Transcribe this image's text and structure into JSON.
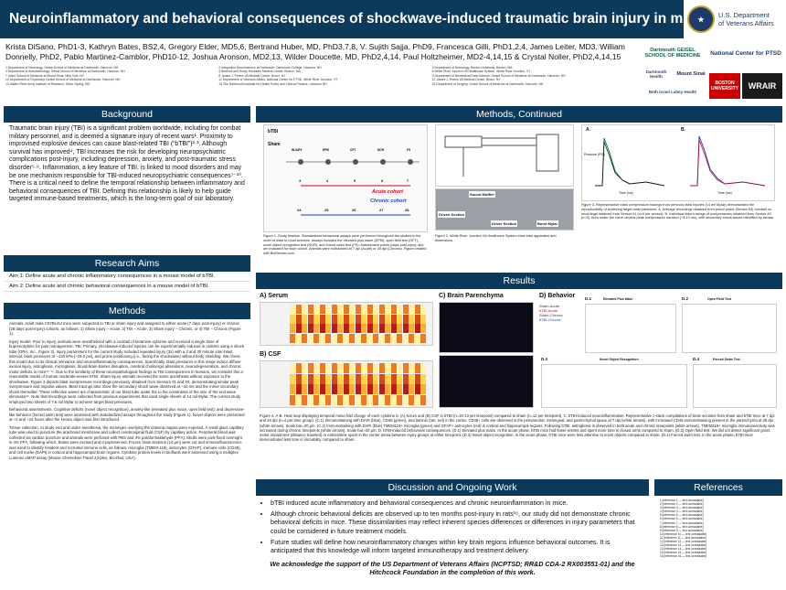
{
  "title": "Neuroinflammatory and behavioral consequences of shockwave-induced traumatic brain injury in mice",
  "va_logo": {
    "line1": "U.S. Department",
    "line2": "of Veterans Affairs"
  },
  "authors": "Krista DiSano, PhD1-3, Kathryn Bates, BS2,4, Gregory Elder, MD5,6, Bertrand Huber, MD, PhD3,7,8, V. Sujith Sajja, PhD9, Francesca Gilli, PhD1,2,4, James Leiter, MD3, William Donnelly, PhD2, Pablo Martinez-Camblor, PhD10-12, Joshua Aronson, MD2,13, Wilder Doucette, MD, PhD2,4,14, Paul Holtzheimer, MD2-4,14,15 & Crystal Noller, PhD2,4,14,15",
  "affiliations": [
    "1 Department of Neurology, Geisel School of Medicine at Dartmouth, Hanover, NH",
    "2 Integrative Neuroscience at Dartmouth, Dartmouth College, Hanover, NH",
    "3 Department of Neurology, Boston University, Boston, MA",
    "4 Department of Anesthesiology, Geisel School of Medicine at Dartmouth, Hanover, NH",
    "5 Bedford and Rocky Mountain Medical Center, Boston, MA",
    "6 White River Junction VA Healthcare System, White River Junction, VT",
    "7 Icahn School of Medicine at Mount Sinai, New York, NY",
    "8 James J. Peters VA Medical Center, Bronx, NY",
    "9 Department of Biomedical Data Science, Geisel School of Medicine at Dartmouth, Hanover, NH",
    "10 Department of Psychiatry, Geisel School of Medicine at Dartmouth, Hanover, NH",
    "11 Department of Veterans Affairs, National Center for PTSD, White River Junction, VT",
    "12 James J. Peters VA Medical Center, Bronx, NY",
    "13 Walter Reed Army Institute of Research, Silver Spring, MD",
    "14 The Dartmouth Institute for Health Policy and Clinical Practice, Lebanon NH",
    "15 Department of Surgery, Geisel School of Medicine at Dartmouth, Hanover, NH"
  ],
  "logos": {
    "dartmouth": "Dartmouth GEISEL SCHOOL OF MEDICINE",
    "ptsd": "National Center for PTSD",
    "dartmouth_health": "Dartmouth Health",
    "sinai": "Mount Sinai",
    "boston": "BOSTON UNIVERSITY",
    "wrair": "WRAIR",
    "bethisrael": "Beth Israel Lahey Health"
  },
  "sections": {
    "background": "Background",
    "aims": "Research Aims",
    "methods": "Methods",
    "methods_cont": "Methods, Continued",
    "results": "Results",
    "discussion": "Discussion and Ongoing Work",
    "references": "References"
  },
  "background_text": "Traumatic brain injury (TBI) is a significant problem worldwide, including for combat military personnel, and is deemed a signature injury of recent wars¹. Proximity to improvised explosive devices can cause blast-related TBI (“bTBI”)²·³. Although survival has improved⁴, TBI increases the risk for developing neuropsychiatric complications post-injury, including depression, anxiety, and post-traumatic stress disorder⁵·⁶. Inflammation, a key feature of TBI, is linked to mood disorders and may be one mechanism responsible for TBI-induced neuropsychiatric consequences⁷⁻¹⁰. There is a critical need to define the temporal relationship between inflammatory and behavioral consequences of TBI. Defining this relationship is likely to help guide targeted immune-based treatments, which is the long-term goal of our laboratory.",
  "aims": [
    "Aim 1: Define acute and chronic inflammatory consequences in a mouse model of bTBI.",
    "Aim 2: Define acute and chronic behavioral consequences in a mouse model of bTBI."
  ],
  "methods_paragraphs": [
    "Animals. Adult male C57BL/6J mice were subjected to TBI or sham injury and assigned to either acute (7 days post-injury) or chronic (28 days post-injury) cohorts, as follows: 1) Sham injury – Acute, 2) TBI – Acute, 3) Sham injury – Chronic, or 4) TBI – Chronic (Figure 1).",
    "Injury model. Prior to injury, animals were anesthetized with a cocktail of ketamine-xylazine and received a single dose of buprenorphine for pain management. TBI: Primary, shockwave-induced injuries can be experimentally induced in rodents using a shock tube (ORA, Inc., Figure 2). Injury parameters for the current study included repeated injury (3x) with a 2 and 30 minute inter-blast interval, blast pressures of ~133 kPa (~19.2 psi), and prone positioning (i.e., facing the shockwave) without body shielding. We chose this model due to its clinical relevance and neuroinflammatory consequences. Specifically, blast pressures in this range induce diffuse axonal injury, astrogliosis, microgliosis, blood-brain-barrier disruption, cerebral cholinergic alterations, neurodegeneration, and chronic motor deficits in mice¹¹⁻¹⁴. Due to the similarity of these neuropathological findings to TBI consequences in humans, we consider this a reasonable model of human moderate-severe bTBI. Sham injury animals received the same anesthesia without exposure to the shockwave. Figure 3 depicts blast overpressure recordings previously obtained from Sensors #1 and #3, demonstrating similar peak overpressure and impulse values. Blast tracings also show the secondary shock wave observed at ~10 ms and the minor secondary shock thereafter. These reflective waves are characteristic of our blast tube under the to the constraints of the size of the end wave eliminator¹⁵. Note that recordings were collected from previous experiments that used single sheets of 14 mil Mylar. The current study employed two sheets of 7.5 mil Mylar to achieve target blast pressures.",
    "Behavioral assessments. Cognitive deficits (novel object recognition), anxiety-like (elevated plus maze, open field test), and depressive-like behavior (forced swim test) were assessed with standardized assays throughout the study (Figure 1). Novel objects were presented at +2 and +24 hours after the known object was first introduced.",
    "Tissue collection. At study end and under anesthesia, the meninges overlying the cisterna magna were exposed. A small glass capillary tube was used to puncture the arachnoid membrane and collect cerebrospinal fluid (CSF) by capillary action. Peripheral blood was collected via cardiac puncture and animals were perfused with PBS and 4% paraformaldehyde (PFA). Skulls were post-fixed overnight in 4% PFA, following which, brains were excised and cryopreserved. Frozen brain sections (10 µm) were cut and immunofluorescence was used to identify resident and recruited immune cells, as follows: microglia (TMEM-119), astrocytes (GFAP), immune cells (CD45), and cell nuclei (DAPI) in cortical and hippocampal brain regions. Cytokine protein levels in biofluids were assessed using a multiplex Luminex xMAP assay (Mouse Chemokine Panel 23-plex; Bio-Rad, USA)."
  ],
  "fig1": {
    "caption": "Figure 1. Study timeline. Standardized behavioral assays were performed throughout the studies in the order of least to most aversive. Assays included the elevated plus maze (EPM), open field test (OFT), novel object recognition test (NOR), and forced swim test (FS). Assessment points (days post-injury; dpi) are indicated for each cohort. Animals were euthanized at 7 dpi (Acute) or 28 dpi (Chronic). Figure created with BioRender.com.",
    "label_btbi": "bTBI",
    "label_sham": "Sham",
    "acute": "Acute cohort",
    "chronic": "Chronic cohort",
    "acute_days": [
      "3",
      "4",
      "5",
      "6",
      "7"
    ],
    "chronic_days": [
      "24",
      "25",
      "26",
      "27",
      "28"
    ],
    "dpi": "dpi",
    "tests": [
      "INJURY",
      "EPM",
      "OFT",
      "NOR",
      "FS"
    ]
  },
  "fig2": {
    "caption": "Figure 2. White River Junction VA Healthcare System blast tube apparatus and dimensions.",
    "labels": [
      "Sound Muffler",
      "Driver Section",
      "Driven Section",
      "Burst Mylar"
    ]
  },
  "fig3": {
    "caption": "Figure 3. Representative blast overpressure tracings from previous blast injuries (14 mil Mylar) demonstrated the reproducibility of achieving target blast pressures. A. Average recordings obtained from pencil probe (Sensor #3) overlaid on recordings obtained from Sensor #1 (n=5 per sensor). B. Individual blast tracings of overpressures obtained from Sensor #3 (n=5). Area under the curve depicts peak overpressure duration (~8-10 ms), with secondary shock waves identified by arrows.",
    "panel_a": "A.",
    "panel_b": "B.",
    "xlabel": "Time (ms)",
    "ylabel": "Pressure (PSI)"
  },
  "results": {
    "serum": "A) Serum",
    "csf": "B) CSF",
    "parenchyma": "C) Brain Parenchyma",
    "behavior": "D) Behavior",
    "d1": "D.1",
    "d1_title": "Elevated Plus Maze",
    "d2": "D.2",
    "d2_title": "Open Field Test",
    "d3": "D.3",
    "d3_title": "Novel Object Recognition",
    "d4": "D.4",
    "d4_title": "Forced Swim Test",
    "legend": [
      "Sham-Acute",
      "bTBI-Acute",
      "Sham-Chronic",
      "bTBI-Chronic"
    ],
    "caption": "Figure 4. A-B. Heat map displaying temporal mean fold change of each cytokine in (A) serum and (B) CSF in bTBI (n=10-13 per timepoint) compared to sham (n=12 per timepoint). C. bTBI-induced neuroinflammation. Representative z-stack compilations of brain sections from sham and bTBI mice at 7 dpi and 28 dpi (n=4 per time group). (C.1) Immunostaining with DAPI (blue), CD45 (green), and laminin (tan; red) in the cortex. CD45+ cells are observed in the perivascular, meningeal, and parenchymal space at 7 dpi (white arrows), with increased CD45 immunostaining present in the parenchyma at 28 dpi (white arrows). Scale bar=20 µm. (C.2) Immunostaining with DAPI (blue) TMEM119+ microglia (green) and GFAP+ astrocytes (red) in cortical and hippocampal regions. Following bTBI, astrogliosis is observed in both acute and chronic timepoints (white arrows). TMEM119+ microglia immunoreactivity was increased during chronic timepoints (white arrows). Scale bar=30 µm. D. bTBI-induced behavioral consequences. (D.1) Elevated plus maze. In the acute phase, bTBI mice had fewer entries and spent more time in closed arms compared to sham. (D.2) Open field test. We did not detect significant gross motor impairment (distance traveled) or entries/time spent in the center arena between injury groups at either timepoint. (D.3) Novel object recognition. In the acute phase, bTBI mice were less attentive to novel objects compared to sham. (D.4) Forced swim test. In the acute phase, bTBI mice demonstrated less time in immobility compared to sham."
  },
  "discussion": [
    "bTBI induced acute inflammatory and behavioral consequences and chronic neuroinflammation in mice.",
    "Although chronic behavioral deficits are observed up to ten months post-injury in rats¹⁶, our study did not demonstrate chronic behavioral deficits in mice. These dissimilarities may reflect inherent species differences or differences in injury parameters that could be considered in future treatment models.",
    "Future studies will define how neuroinflammatory changes within key brain regions influence behavioral outcomes. It is anticipated that this knowledge will inform targeted immunotherapy and treatment delivery."
  ],
  "acknowledgement": "We acknowledge the support of the US Department of Veterans Affairs (NCPTSD; RR&D CDA-2 RX003551-01) and the Hitchcock Foundation in the completion of this work.",
  "references": [
    "1 [reference 1 — text unreadable]",
    "2 [reference 2 — text unreadable]",
    "3 [reference 3 — text unreadable]",
    "4 [reference 4 — text unreadable]",
    "5 [reference 5 — text unreadable]",
    "6 [reference 6 — text unreadable]",
    "7 [reference 7 — text unreadable]",
    "8 [reference 8 — text unreadable]",
    "9 [reference 9 — text unreadable]",
    "10 [reference 10 — text unreadable]",
    "11 [reference 11 — text unreadable]",
    "12 [reference 12 — text unreadable]",
    "13 [reference 13 — text unreadable]",
    "14 [reference 14 — text unreadable]",
    "15 [reference 15 — text unreadable]",
    "16 [reference 16 — text unreadable]"
  ],
  "colors": {
    "header": "#0b3a5a",
    "acute_red": "#d0021b",
    "chronic_blue": "#1f3fbf"
  }
}
